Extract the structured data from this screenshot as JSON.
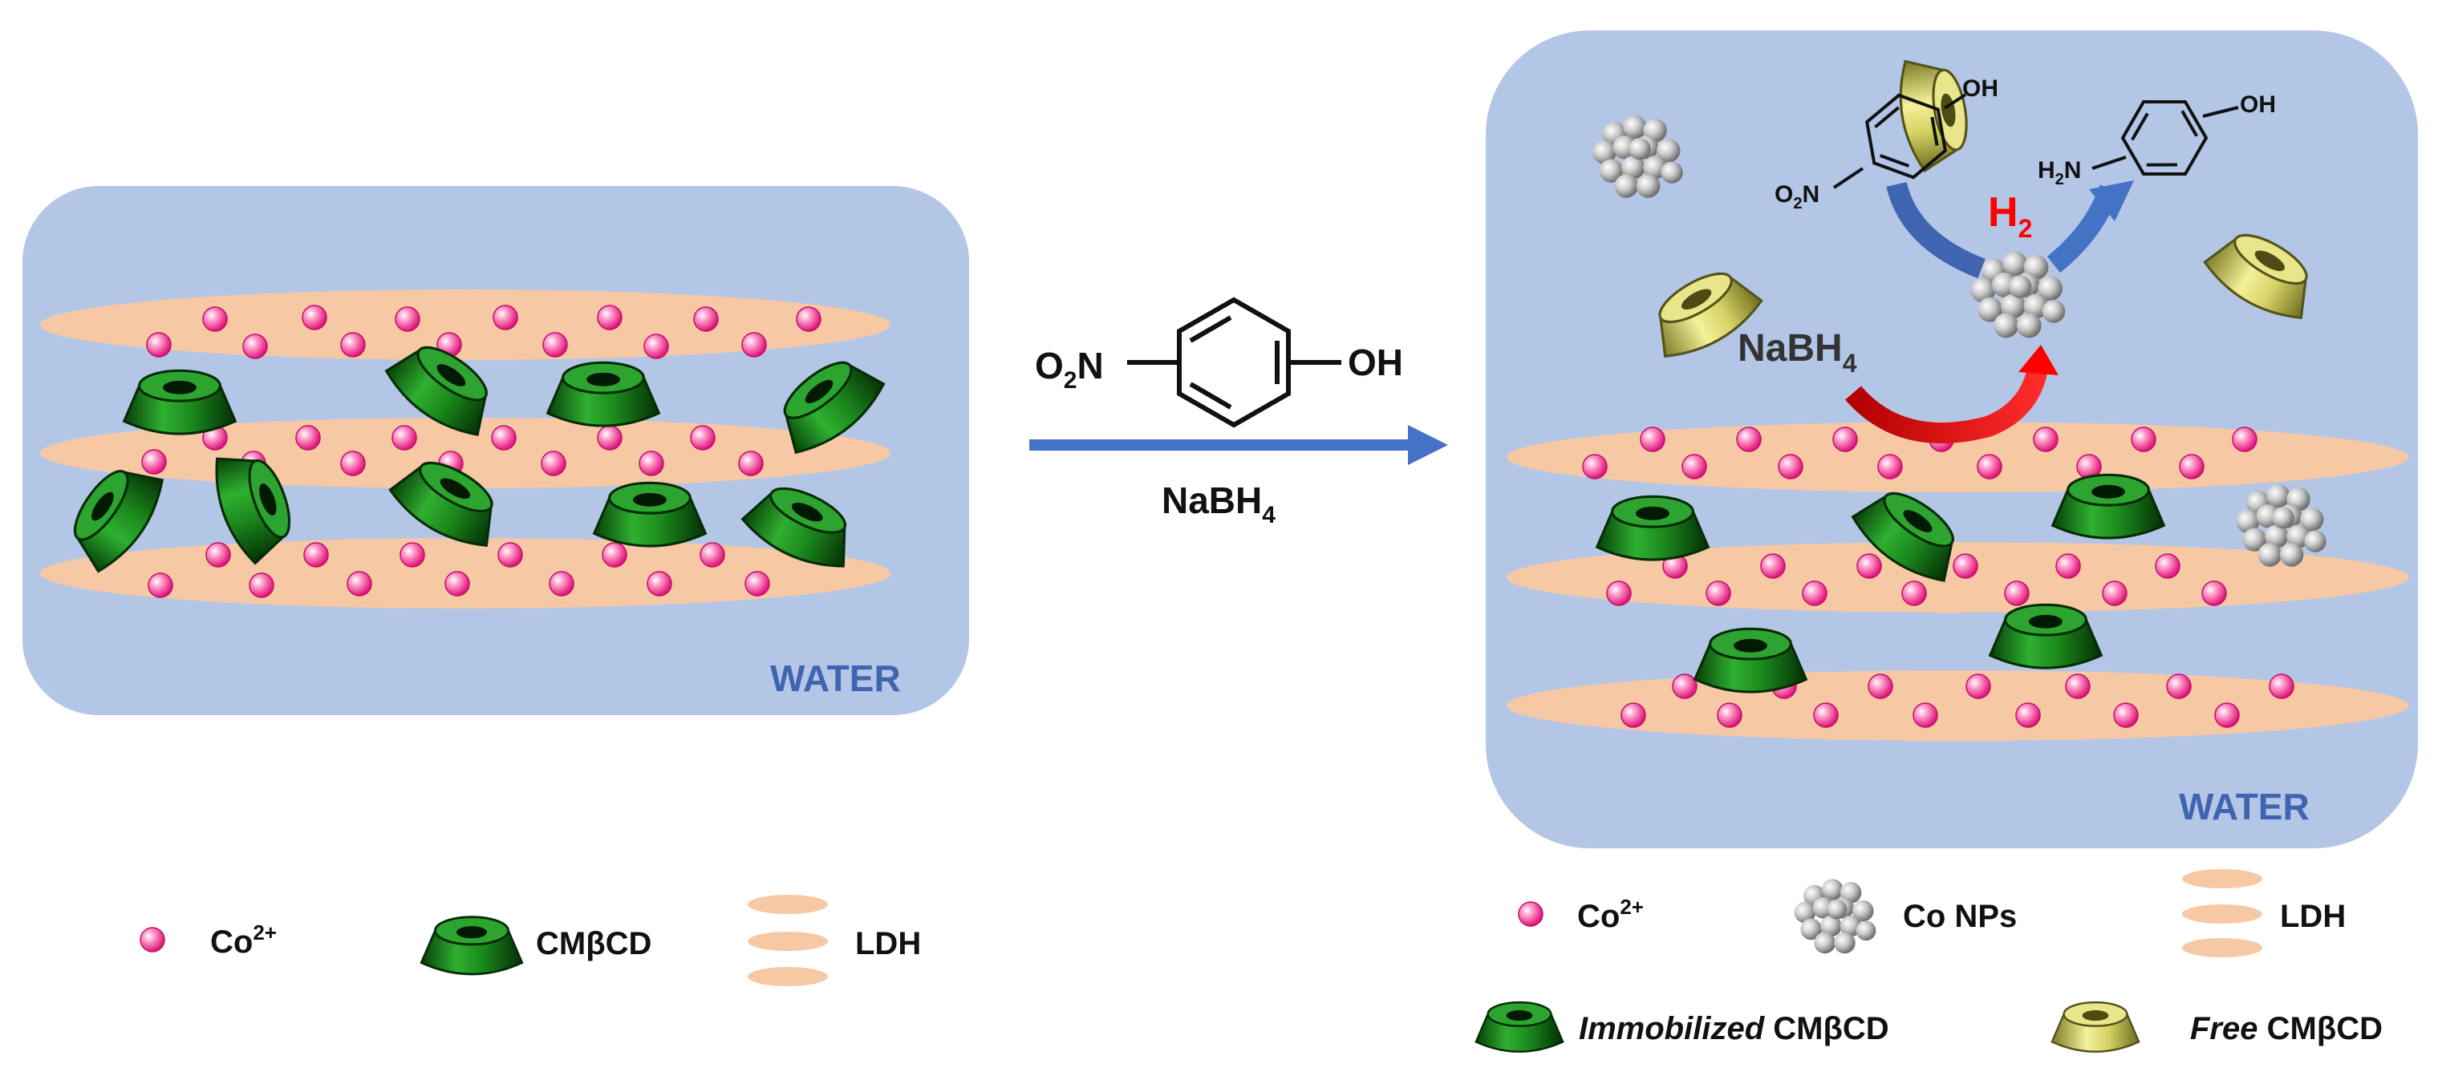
{
  "left_panel": {
    "water_label": "WATER"
  },
  "right_panel": {
    "water_label": "WATER"
  },
  "reaction": {
    "reactant_left": "O",
    "reactant_left_sub": "2",
    "reactant_left_tail": "N",
    "reactant_right": "OH",
    "reagent": "NaBH",
    "reagent_sub": "4"
  },
  "in_panel": {
    "nabh4": "NaBH",
    "nabh4_sub": "4",
    "h2": "H",
    "h2_sub": "2",
    "nitro": "O",
    "nitro_sub": "2",
    "nitro_tail": "N",
    "oh_top": "OH",
    "amine": "H",
    "amine_sub": "2",
    "amine_tail": "N",
    "oh_right": "OH"
  },
  "legend_left": {
    "co2": "Co",
    "co2_sup": "2+",
    "cmbcd": "CMβCD",
    "ldh": "LDH"
  },
  "legend_right": {
    "co2": "Co",
    "co2_sup": "2+",
    "conps": "Co NPs",
    "ldh": "LDH",
    "immobilized_italic": "Immobilized",
    "immobilized_rest": "CMβCD",
    "free_italic": "Free",
    "free_rest": "CMβCD"
  },
  "colors": {
    "panel": "#b3c6e5",
    "ldh": "#f7c8a4",
    "co_ion": "#ff3f9a",
    "cd_immobilized": "#1f8a24",
    "cd_free": "#d8d56a",
    "arrow_blue": "#4472c4",
    "arrow_red": "#ff0000",
    "water_text": "#3f64b0"
  }
}
